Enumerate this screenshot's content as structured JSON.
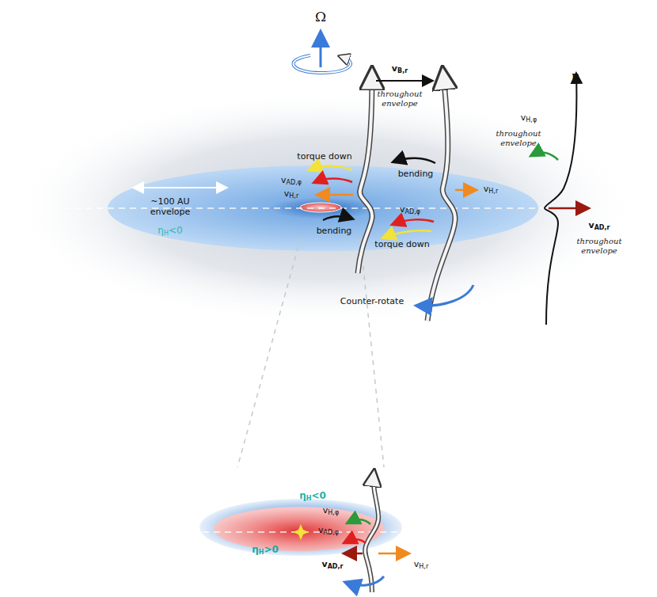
{
  "diagram": {
    "labels": [
      "Ω",
      "vB,r",
      "throughout envelope",
      "B",
      "vH,φ",
      "throughout envelope",
      "torque down",
      "bending",
      "vH,r",
      "vAD,φ",
      "vH,r",
      "~100 AU envelope",
      "vAD,φ",
      "bending",
      "torque down",
      "vAD,r",
      "throughout envelope",
      "ηH<0",
      "Counter-rotate",
      "ηH<0",
      "vH,φ",
      "vAD,φ",
      "ηH>0",
      "vAD,r",
      "vH,r"
    ]
  }
}
